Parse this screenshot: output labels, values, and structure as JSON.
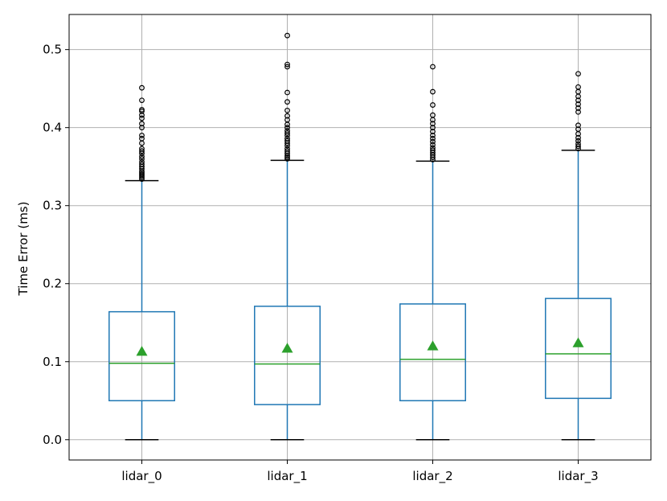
{
  "chart_data": {
    "type": "boxplot",
    "title": "",
    "xlabel": "",
    "ylabel": "Time Error (ms)",
    "ylim": [
      -0.026,
      0.545
    ],
    "yticks": [
      0.0,
      0.1,
      0.2,
      0.3,
      0.4,
      0.5
    ],
    "ytick_labels": [
      "0.0",
      "0.1",
      "0.2",
      "0.3",
      "0.4",
      "0.5"
    ],
    "grid": true,
    "categories": [
      "lidar_0",
      "lidar_1",
      "lidar_2",
      "lidar_3"
    ],
    "boxes": [
      {
        "name": "lidar_0",
        "whisker_low": 0.0,
        "q1": 0.05,
        "median": 0.098,
        "q3": 0.164,
        "whisker_high": 0.332,
        "mean": 0.113,
        "outliers": [
          0.334,
          0.336,
          0.338,
          0.34,
          0.342,
          0.344,
          0.347,
          0.35,
          0.353,
          0.356,
          0.36,
          0.363,
          0.367,
          0.37,
          0.373,
          0.38,
          0.386,
          0.39,
          0.4,
          0.405,
          0.412,
          0.416,
          0.421,
          0.423,
          0.435,
          0.451
        ]
      },
      {
        "name": "lidar_1",
        "whisker_low": 0.0,
        "q1": 0.045,
        "median": 0.097,
        "q3": 0.171,
        "whisker_high": 0.358,
        "mean": 0.117,
        "outliers": [
          0.36,
          0.362,
          0.364,
          0.367,
          0.37,
          0.373,
          0.377,
          0.38,
          0.383,
          0.386,
          0.39,
          0.393,
          0.396,
          0.4,
          0.404,
          0.41,
          0.415,
          0.422,
          0.433,
          0.445,
          0.478,
          0.481,
          0.518
        ]
      },
      {
        "name": "lidar_2",
        "whisker_low": 0.0,
        "q1": 0.05,
        "median": 0.103,
        "q3": 0.174,
        "whisker_high": 0.357,
        "mean": 0.12,
        "outliers": [
          0.359,
          0.362,
          0.365,
          0.368,
          0.371,
          0.374,
          0.378,
          0.382,
          0.386,
          0.39,
          0.395,
          0.4,
          0.405,
          0.41,
          0.416,
          0.429,
          0.446,
          0.478
        ]
      },
      {
        "name": "lidar_3",
        "whisker_low": 0.0,
        "q1": 0.053,
        "median": 0.11,
        "q3": 0.181,
        "whisker_high": 0.371,
        "mean": 0.124,
        "outliers": [
          0.373,
          0.376,
          0.379,
          0.383,
          0.387,
          0.392,
          0.398,
          0.403,
          0.42,
          0.425,
          0.43,
          0.435,
          0.44,
          0.446,
          0.452,
          0.469
        ]
      }
    ],
    "colors": {
      "box": "#1f77b4",
      "median": "#2ca02c",
      "mean_marker": "#2ca02c",
      "whisker_cap": "#000000",
      "outlier": "#000000",
      "grid": "#b0b0b0"
    }
  }
}
